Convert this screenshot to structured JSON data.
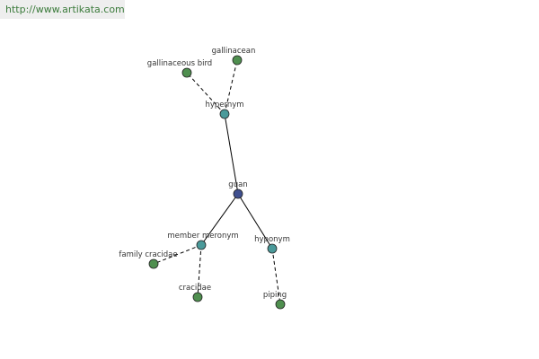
{
  "watermark": {
    "text": "http://www.artikata.com",
    "color": "#3a7a3a"
  },
  "colors": {
    "center_node": "#3f4f8f",
    "relation_node": "#4a9a9a",
    "word_node": "#4f8f4f",
    "edge": "#000000",
    "label": "#333333"
  },
  "graph": {
    "nodes": [
      {
        "id": "guan",
        "label": "guan",
        "kind": "center"
      },
      {
        "id": "hypernym",
        "label": "hypernym",
        "kind": "relation"
      },
      {
        "id": "gallinaceous_bird",
        "label": "gallinaceous bird",
        "kind": "word"
      },
      {
        "id": "gallinacean",
        "label": "gallinacean",
        "kind": "word"
      },
      {
        "id": "member_meronym",
        "label": "member meronym",
        "kind": "relation"
      },
      {
        "id": "family_cracidae",
        "label": "family cracidae",
        "kind": "word"
      },
      {
        "id": "cracidae",
        "label": "cracidae",
        "kind": "word"
      },
      {
        "id": "hyponym",
        "label": "hyponym",
        "kind": "relation"
      },
      {
        "id": "piping",
        "label": "piping",
        "kind": "word"
      }
    ],
    "edges": [
      {
        "from": "guan",
        "to": "hypernym",
        "style": "solid"
      },
      {
        "from": "guan",
        "to": "member_meronym",
        "style": "solid"
      },
      {
        "from": "guan",
        "to": "hyponym",
        "style": "solid"
      },
      {
        "from": "hypernym",
        "to": "gallinaceous_bird",
        "style": "dashed"
      },
      {
        "from": "hypernym",
        "to": "gallinacean",
        "style": "dashed"
      },
      {
        "from": "member_meronym",
        "to": "family_cracidae",
        "style": "dashed"
      },
      {
        "from": "member_meronym",
        "to": "cracidae",
        "style": "dashed"
      },
      {
        "from": "hyponym",
        "to": "piping",
        "style": "dashed"
      }
    ]
  }
}
